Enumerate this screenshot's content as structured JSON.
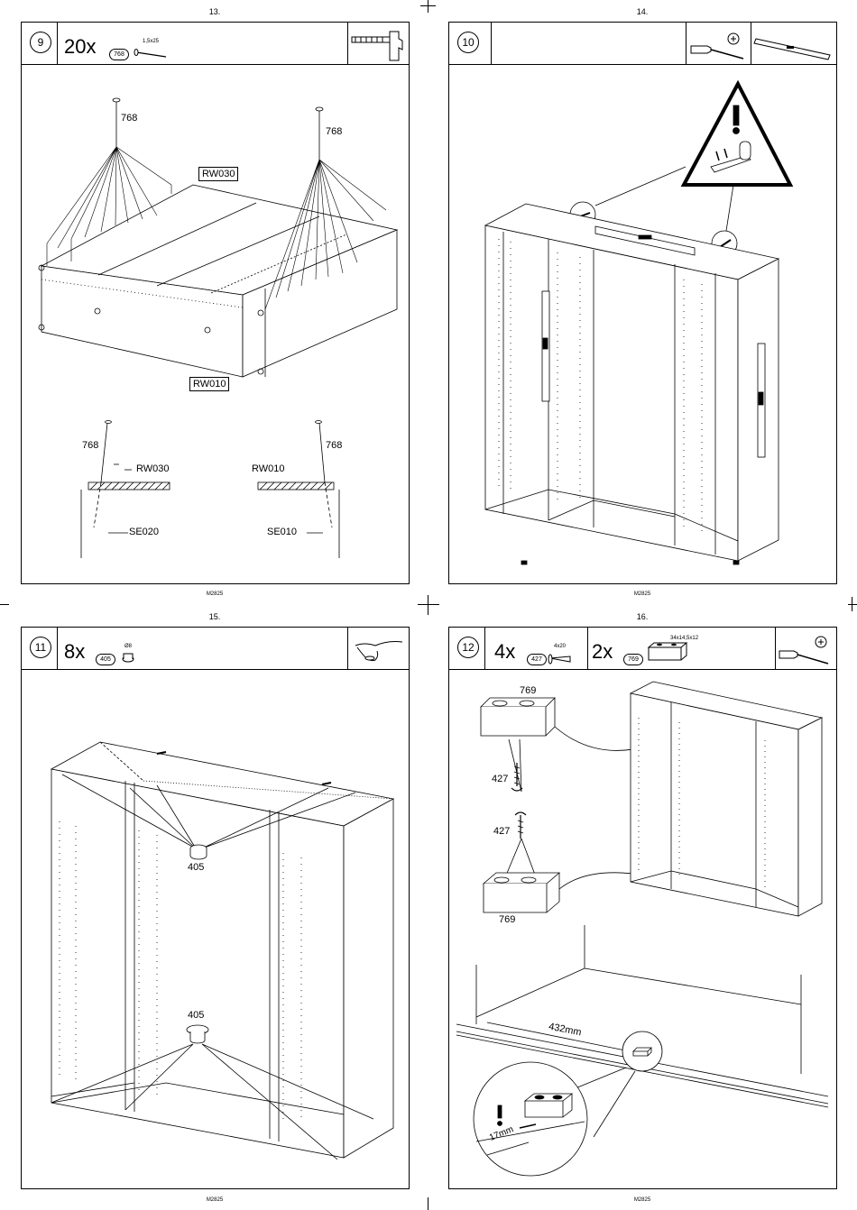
{
  "pages": [
    {
      "number": "13.",
      "footer": "M2825"
    },
    {
      "number": "14.",
      "footer": "M2825"
    },
    {
      "number": "15.",
      "footer": "M2825"
    },
    {
      "number": "16.",
      "footer": "M2825"
    }
  ],
  "steps": {
    "s9": {
      "number": "9",
      "quantity": "20x",
      "part": "768",
      "size": "1,5x25",
      "tool": "hammer-icon",
      "labels": {
        "nail_a": "768",
        "nail_b": "768",
        "top_panel": "RW030",
        "side_panel": "RW010",
        "d1_nail": "768",
        "d1_top": "RW030",
        "d1_side": "SE020",
        "d2_nail": "768",
        "d2_top": "RW010",
        "d2_side": "SE010"
      }
    },
    "s10": {
      "number": "10",
      "tools": [
        "screwdriver-icon",
        "spirit-level-icon"
      ],
      "warning": "wall-bracket-warning-icon"
    },
    "s11": {
      "number": "11",
      "quantity": "8x",
      "part": "405",
      "size": "Ø8",
      "tool": "hand-press-icon",
      "labels": {
        "upper": "405",
        "lower": "405"
      }
    },
    "s12": {
      "number": "12",
      "quantity_a": "4x",
      "part_a": "427",
      "size_a": "4x20",
      "quantity_b": "2x",
      "part_b": "769",
      "size_b": "34x14,5x12",
      "tool": "screwdriver-icon",
      "labels": {
        "block_top": "769",
        "screw_top": "427",
        "screw_bottom": "427",
        "block_bottom": "769",
        "distance": "432mm",
        "offset": "17mm"
      }
    }
  }
}
